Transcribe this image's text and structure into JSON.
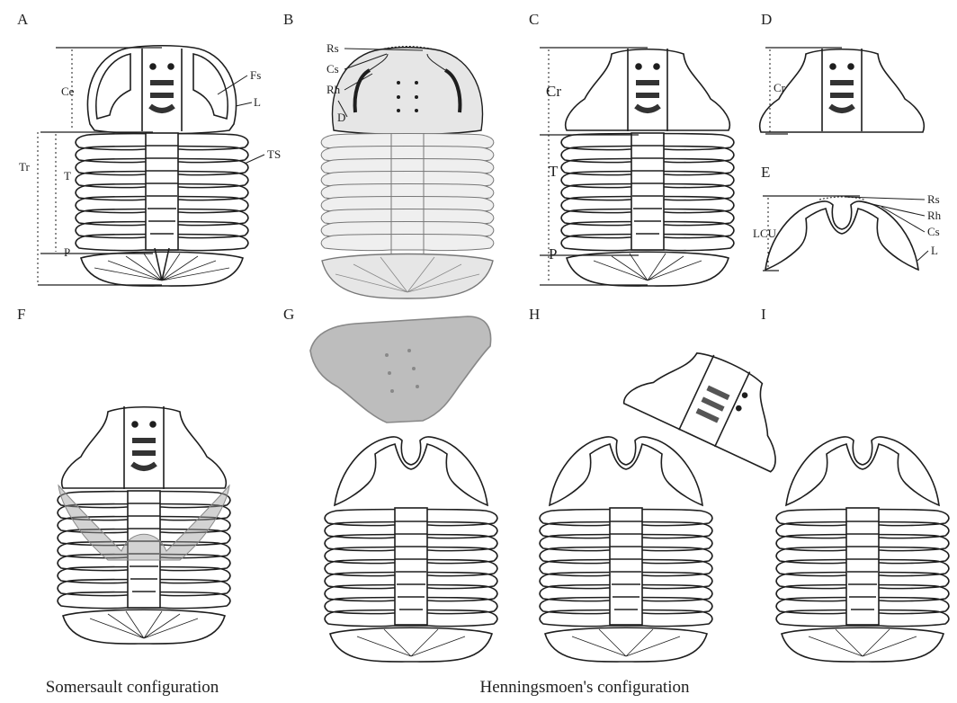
{
  "panels": {
    "a": {
      "letter": "A",
      "measures": {
        "ce": "Ce",
        "tr": "Tr",
        "t": "T",
        "p": "P"
      },
      "labels": {
        "fs": "Fs",
        "l": "L",
        "ts": "TS"
      }
    },
    "b": {
      "letter": "B",
      "labels": {
        "rs": "Rs",
        "cs": "Cs",
        "rh": "Rh",
        "d": "D"
      }
    },
    "c": {
      "letter": "C",
      "measures": {
        "cr": "Cr",
        "t": "T",
        "p": "P"
      }
    },
    "d": {
      "letter": "D",
      "measures": {
        "cr": "Cr"
      }
    },
    "e": {
      "letter": "E",
      "measures": {
        "lcu": "LCU"
      },
      "labels": {
        "rs": "Rs",
        "rh": "Rh",
        "cs": "Cs",
        "l": "L"
      }
    },
    "f": {
      "letter": "F"
    },
    "g": {
      "letter": "G"
    },
    "h": {
      "letter": "H"
    },
    "i": {
      "letter": "I"
    }
  },
  "captions": {
    "somersault": "Somersault configuration",
    "henningsmoen": "Henningsmoen's configuration"
  },
  "colors": {
    "ink": "#1e1e1e",
    "grey_fill": "#bdbdbd",
    "light_fill": "#e6e6e6"
  }
}
